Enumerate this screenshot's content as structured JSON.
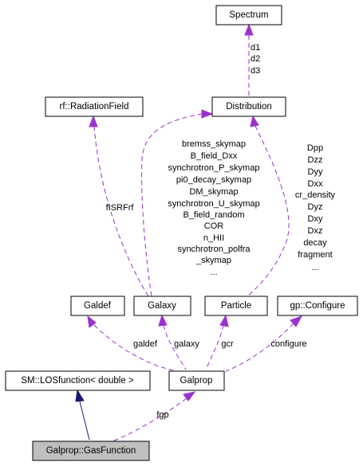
{
  "nodes": {
    "spectrum": "Spectrum",
    "radiation_field": "rf::RadiationField",
    "distribution": "Distribution",
    "galdef": "Galdef",
    "galaxy": "Galaxy",
    "particle": "Particle",
    "configure": "gp::Configure",
    "losfunction": "SM::LOSfunction< double >",
    "galprop": "Galprop",
    "gasfunction": "Galprop::GasFunction"
  },
  "edges": {
    "spectrum_distribution": [
      "d1",
      "d2",
      "d3"
    ],
    "distribution_galaxy": [
      "bremss_skymap",
      "B_field_Dxx",
      "synchrotron_P_skymap",
      "pi0_decay_skymap",
      "DM_skymap",
      "synchrotron_U_skymap",
      "B_field_random",
      "COR",
      "n_HII",
      "synchrotron_polfra",
      "_skymap",
      "..."
    ],
    "distribution_particle": [
      "Dpp",
      "Dzz",
      "Dyy",
      "Dxx",
      "cr_density",
      "Dyz",
      "Dxy",
      "Dxz",
      "decay",
      "fragment",
      "..."
    ],
    "radiation_field_galaxy": "fISRFrf",
    "galdef_galprop": "galdef",
    "galaxy_galprop": "galaxy",
    "particle_galprop": "gcr",
    "configure_galprop": "configure",
    "galprop_gasfunction": "fgp"
  }
}
